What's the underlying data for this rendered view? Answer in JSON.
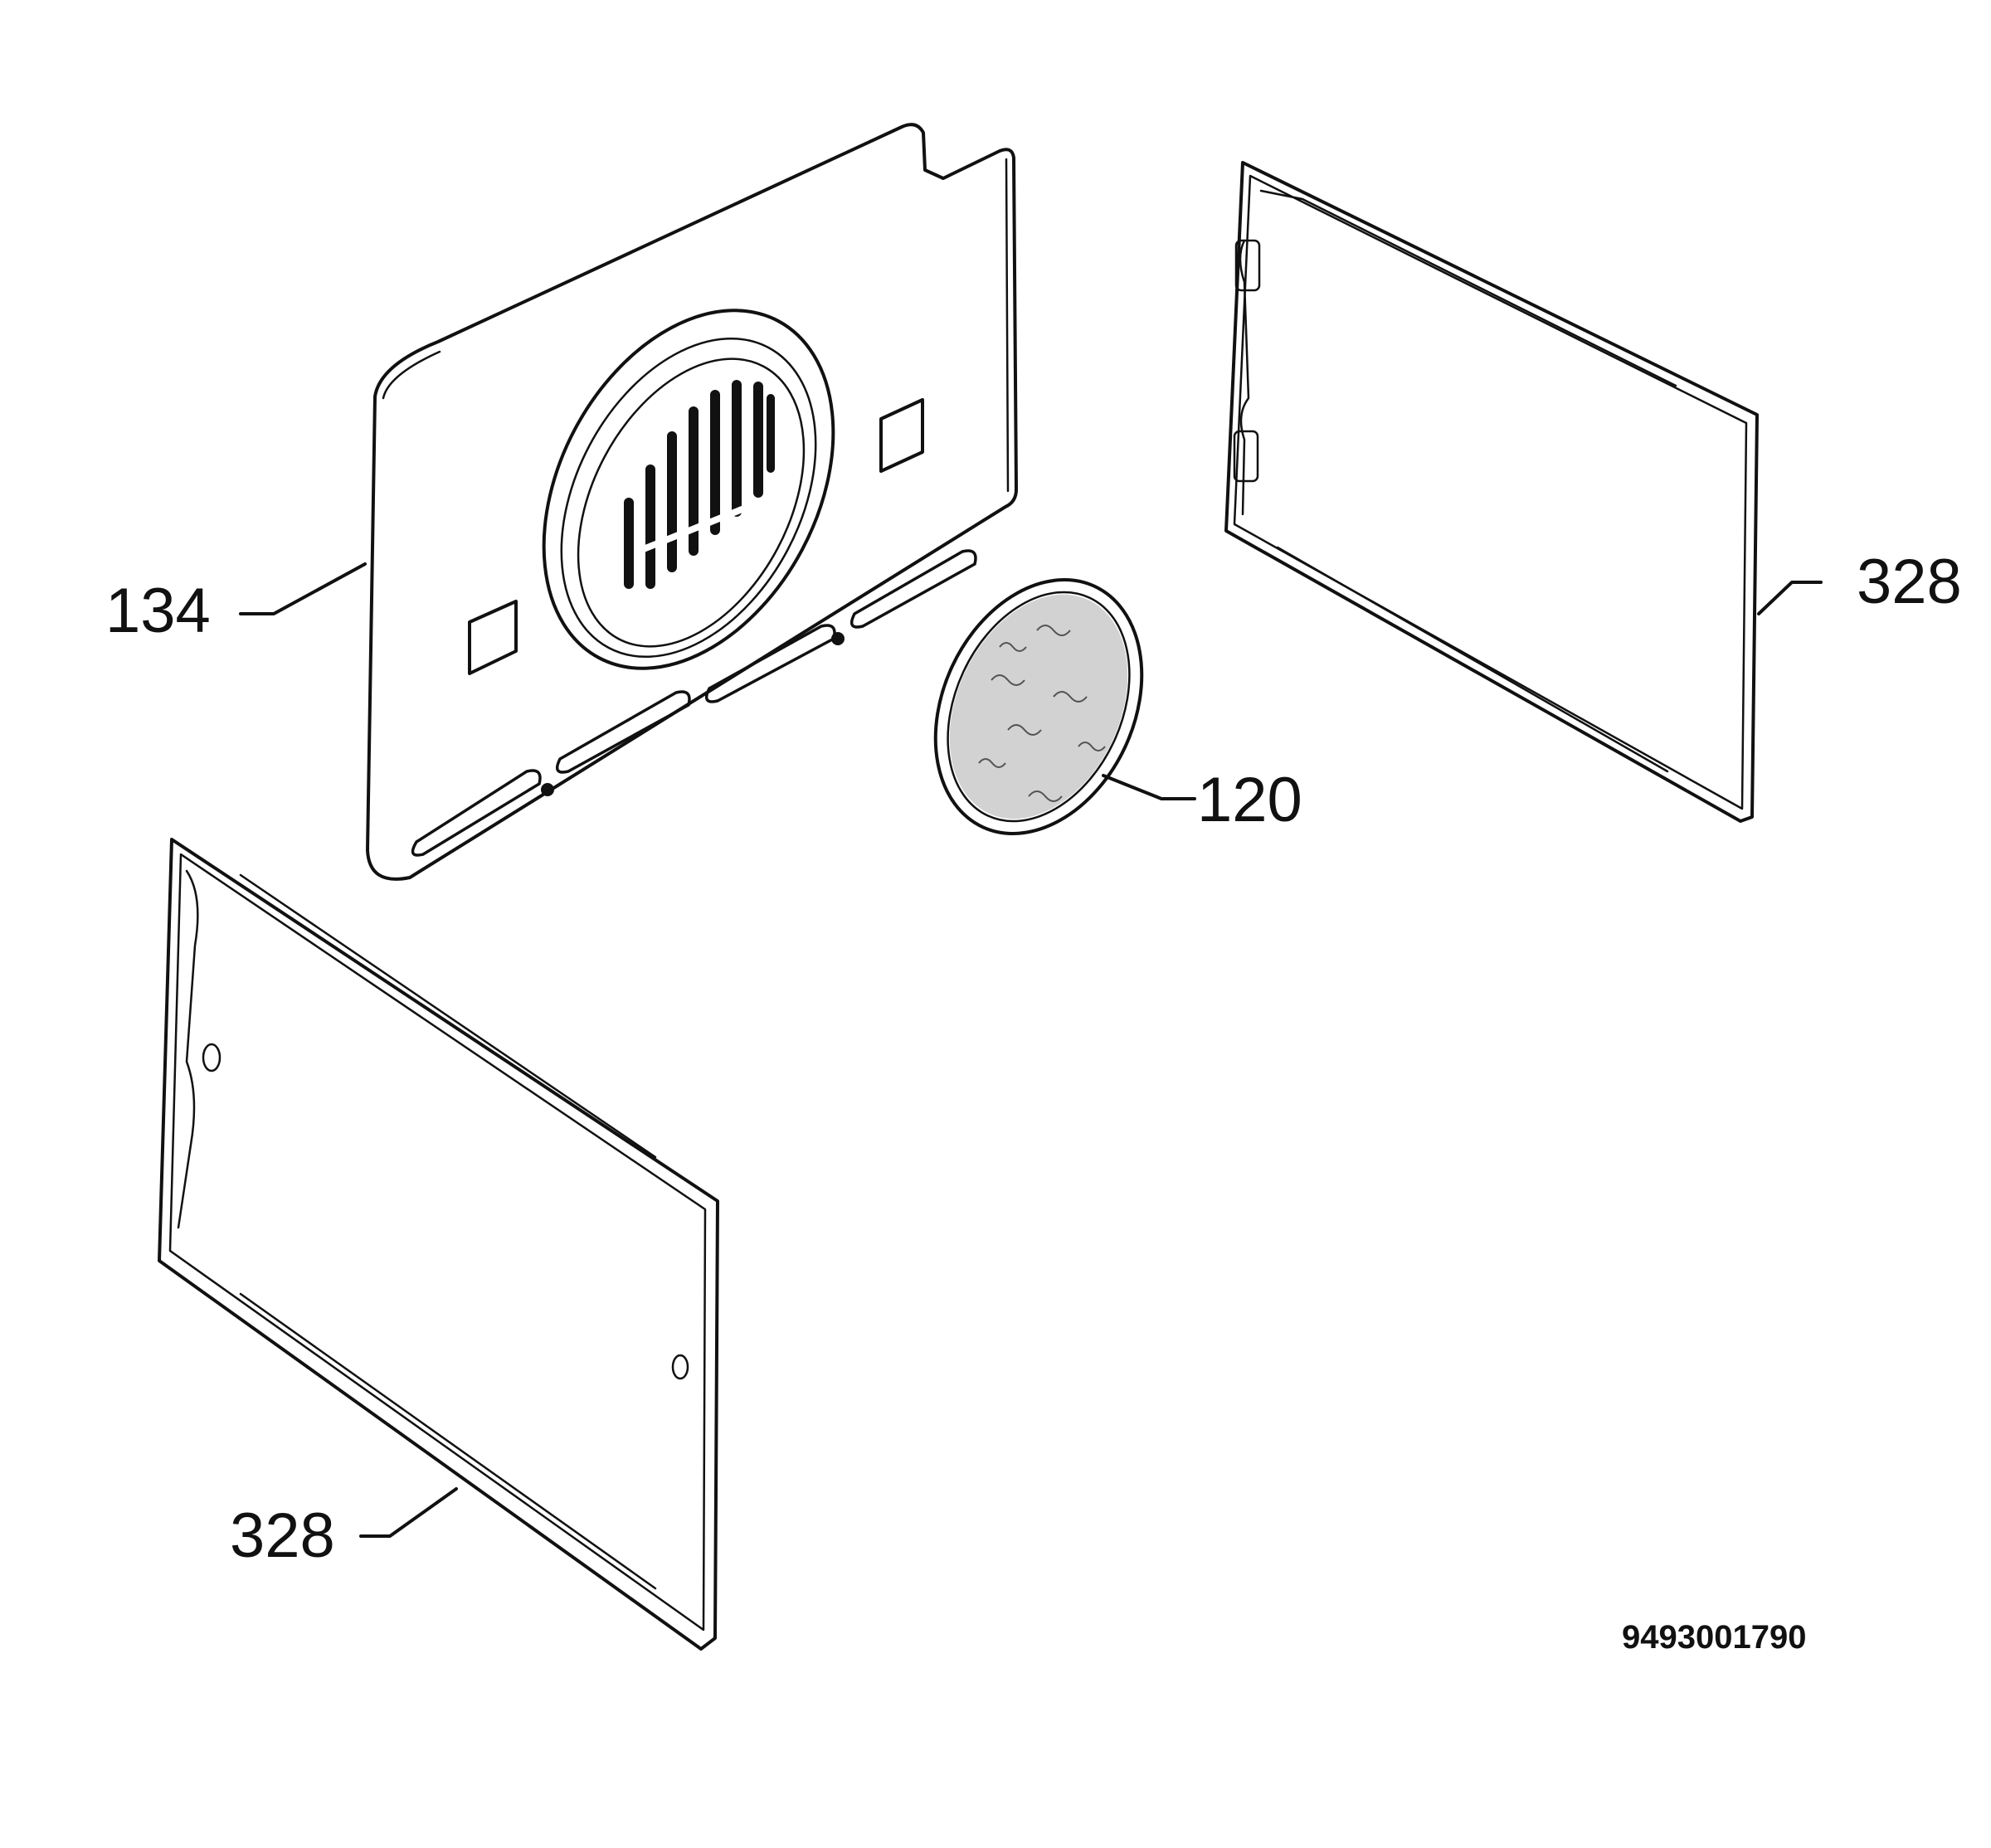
{
  "callouts": {
    "back_panel": "134",
    "filter": "120",
    "gasket_right": "328",
    "gasket_left": "328"
  },
  "drawing_number": "9493001790",
  "colors": {
    "line": "#111111",
    "background": "#ffffff"
  }
}
